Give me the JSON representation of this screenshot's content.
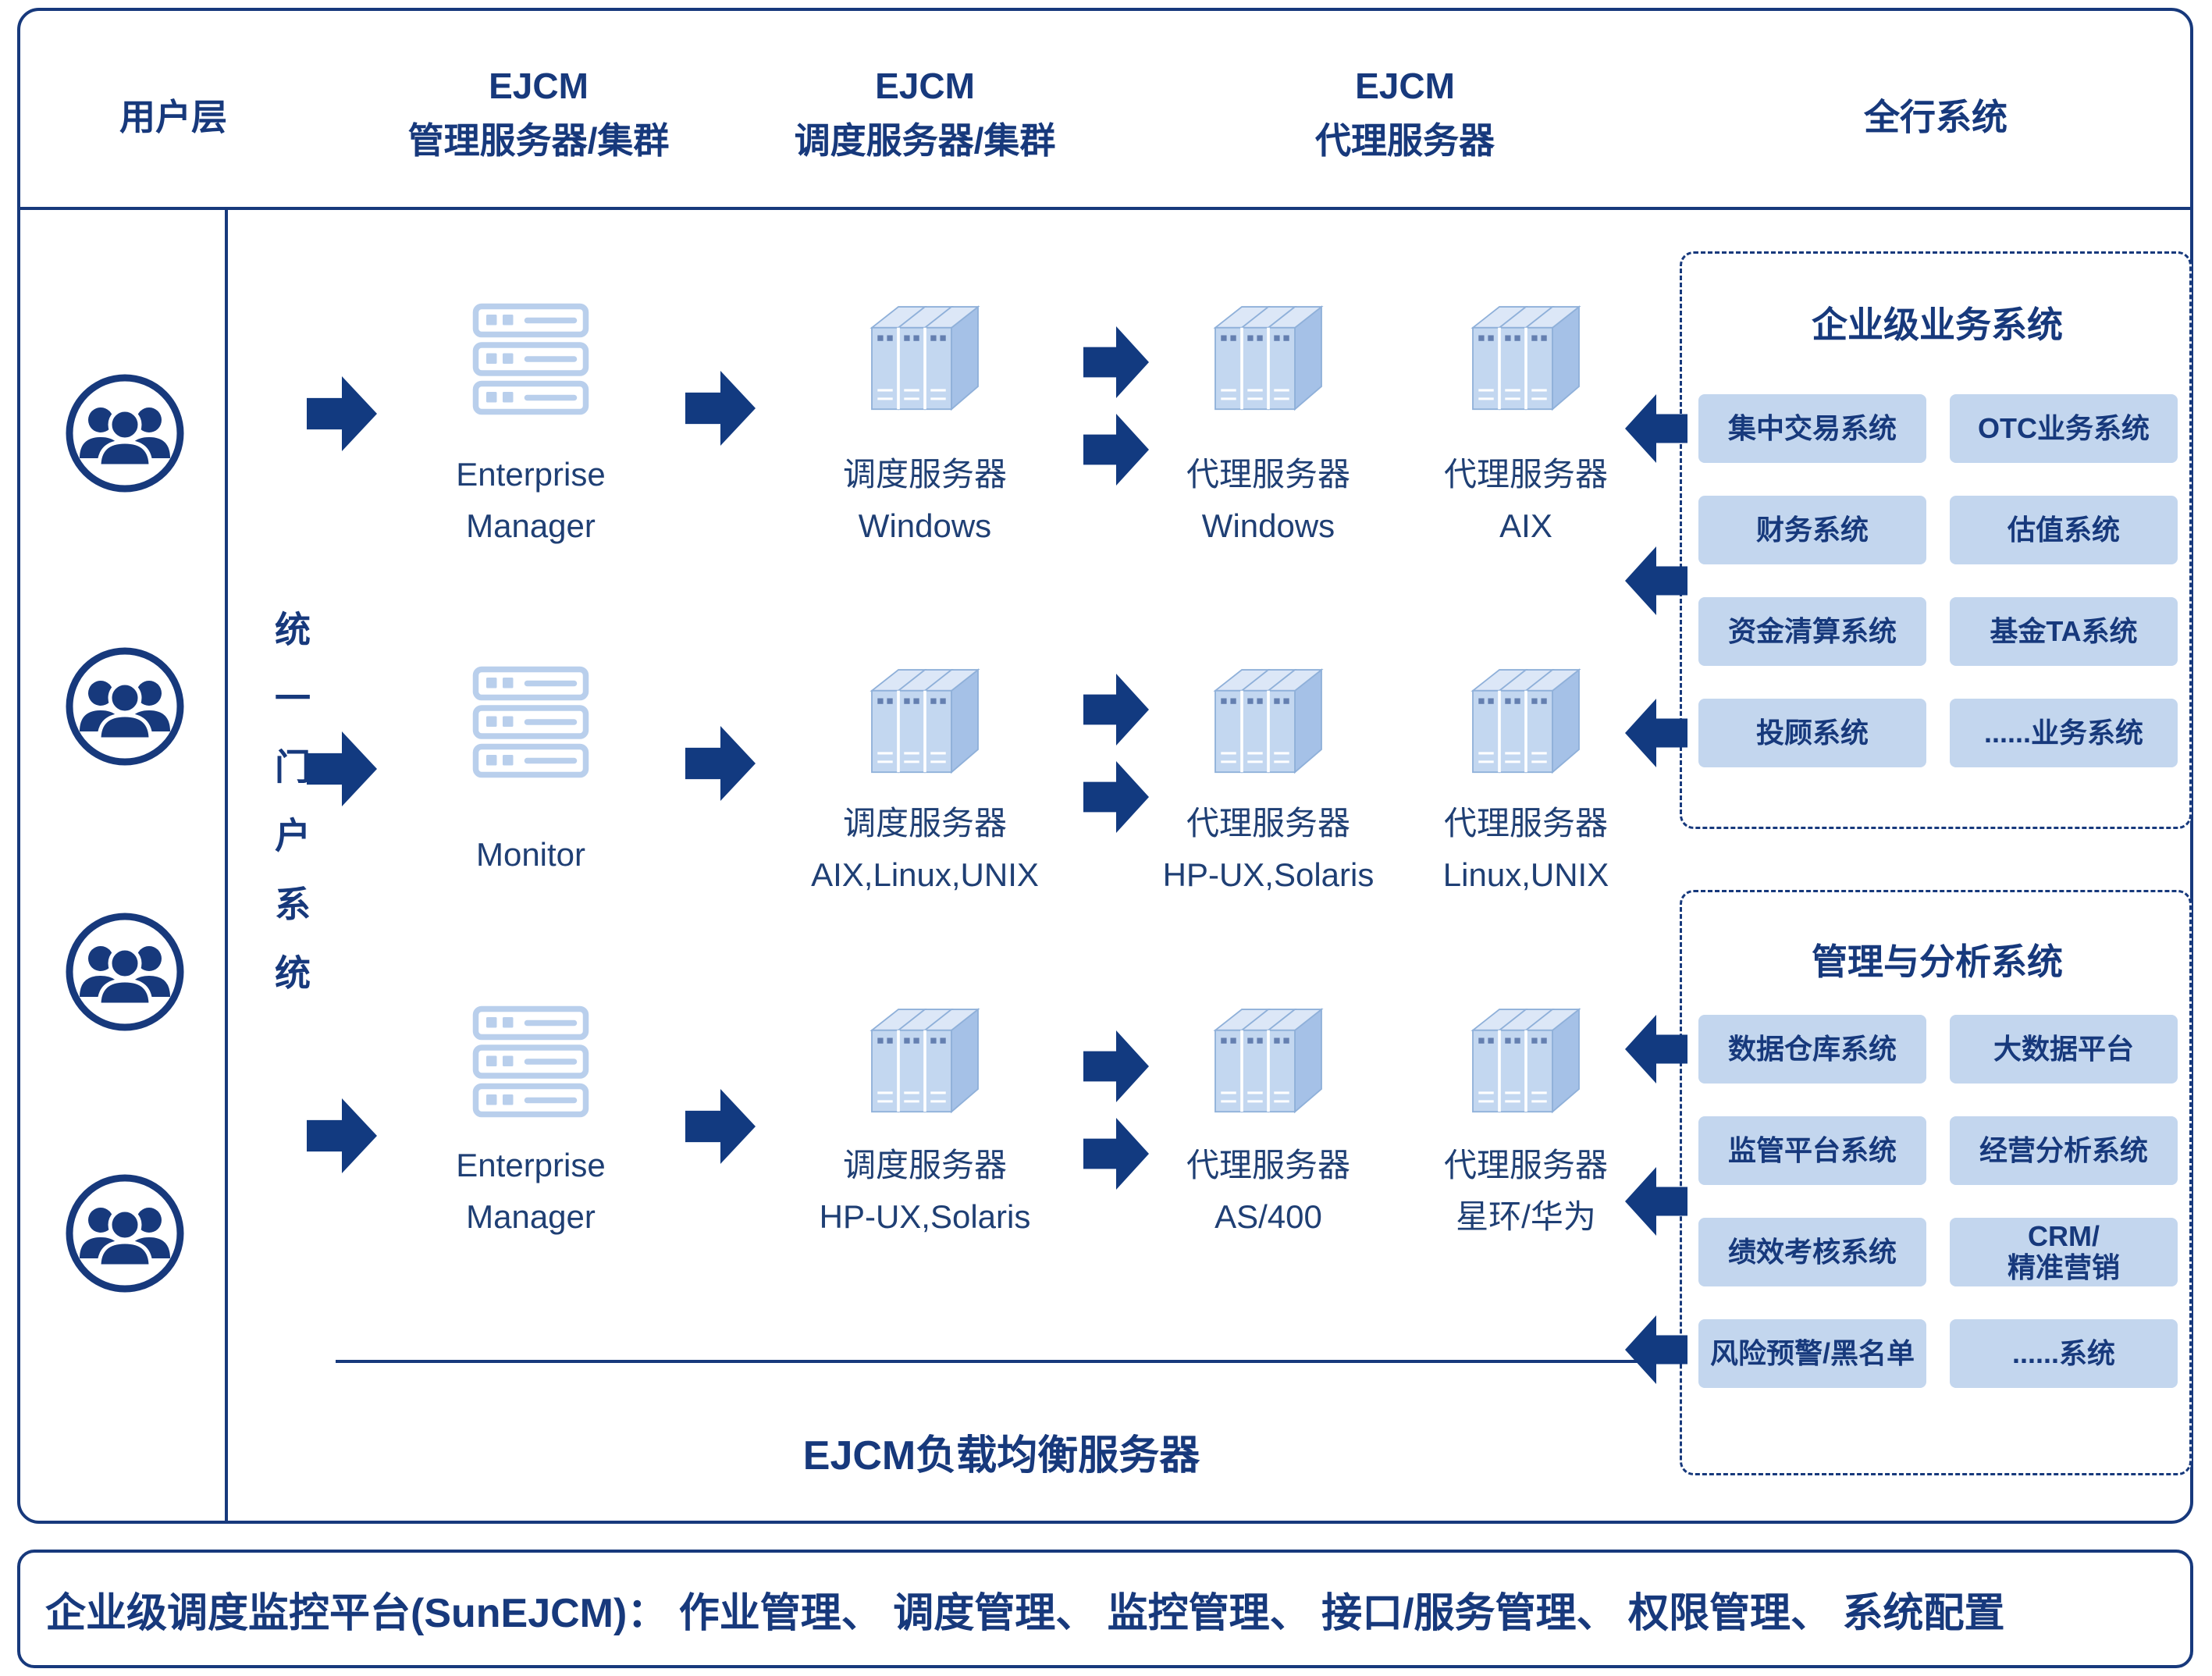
{
  "colors": {
    "navy": "#17397c",
    "chip_bg": "#c3d6ee",
    "rack_icon_stroke": "#b9cfec",
    "server_front": "#c3d7f0",
    "server_top": "#dce7f7",
    "server_side": "#a5c1e7"
  },
  "header": {
    "user_layer": "用户层",
    "manager_col": [
      "EJCM",
      "管理服务器/集群"
    ],
    "scheduler_col": [
      "EJCM",
      "调度服务器/集群"
    ],
    "agent_col": [
      "EJCM",
      "代理服务器"
    ],
    "systems_col": "全行系统"
  },
  "portal": {
    "vertical_label": "统一门户系统"
  },
  "rows": [
    {
      "manager": [
        "Enterprise",
        "Manager"
      ],
      "scheduler": [
        "调度服务器",
        "Windows"
      ],
      "agent1": [
        "代理服务器",
        "Windows"
      ],
      "agent2": [
        "代理服务器",
        "AIX"
      ]
    },
    {
      "manager": [
        "Monitor"
      ],
      "scheduler": [
        "调度服务器",
        "AIX,Linux,UNIX"
      ],
      "agent1": [
        "代理服务器",
        "HP-UX,Solaris"
      ],
      "agent2": [
        "代理服务器",
        "Linux,UNIX"
      ]
    },
    {
      "manager": [
        "Enterprise",
        "Manager"
      ],
      "scheduler": [
        "调度服务器",
        "HP-UX,Solaris"
      ],
      "agent1": [
        "代理服务器",
        "AS/400"
      ],
      "agent2": [
        "代理服务器",
        "星环/华为"
      ]
    }
  ],
  "load_balancer_label": "EJCM负载均衡服务器",
  "business_box": {
    "title": "企业级业务系统",
    "items": [
      "集中交易系统",
      "OTC业务系统",
      "财务系统",
      "估值系统",
      "资金清算系统",
      "基金TA系统",
      "投顾系统",
      "......业务系统"
    ]
  },
  "management_box": {
    "title": "管理与分析系统",
    "items": [
      "数据仓库系统",
      "大数据平台",
      "监管平台系统",
      "经营分析系统",
      "绩效考核系统",
      "CRM/\n精准营销",
      "风险预警/黑名单",
      "......系统"
    ]
  },
  "footer": {
    "text": "企业级调度监控平台(SunEJCM)：  作业管理、 调度管理、 监控管理、 接口/服务管理、 权限管理、 系统配置"
  }
}
